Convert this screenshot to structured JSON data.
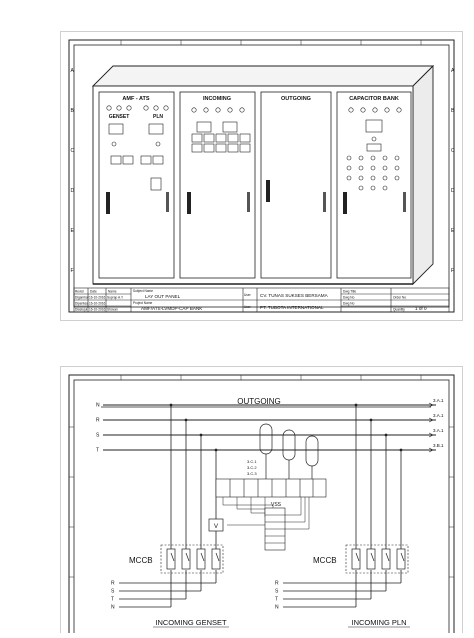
{
  "sheet1": {
    "edge_marks": [
      "A",
      "B",
      "C",
      "D",
      "E",
      "F"
    ],
    "panels": {
      "amf_ats": {
        "title": "AMF - ATS",
        "left_label": "GENSET",
        "right_label": "PLN"
      },
      "incoming": {
        "title": "INCOMING"
      },
      "outgoing": {
        "title": "OUTGOING"
      },
      "capacitor": {
        "title": "CAPACITOR BANK"
      }
    },
    "title_block": {
      "rev_labels": [
        "Revisi",
        "Digambar",
        "Diperiksa",
        "Disetujui",
        "Format"
      ],
      "date_header": "Date",
      "name_header": "Name",
      "dates": [
        "16-10-2016",
        "16-10-2016",
        "16-10-2016"
      ],
      "names": [
        "Suprap A.Y",
        "",
        "Shovan"
      ],
      "format_value": "A4",
      "subject_label": "Subject Name",
      "subject_name": "LAY OUT PANEL",
      "project_label": "Project Name",
      "project_name": "AMF/ATS-LVMDP-CAP BANK",
      "client_label": "User",
      "company_1": "CV. TUNAS SUKSES BERSAMA",
      "company_2": "PT. TUBOTA INTERNATIONAL",
      "drawing_title_label": "Dwg Title",
      "dwg_no_label": "Dwg No",
      "order_no_label": "Order No",
      "sheet_label": "Dwg No",
      "quantity_label": "Quantity",
      "sheet_count": "1 of 0"
    }
  },
  "sheet2": {
    "title": "OUTGOING",
    "left_bus_labels": [
      "N",
      "R",
      "S",
      "T"
    ],
    "right_bus_labels": [
      "3.A.1",
      "3.A.1",
      "3.A.1",
      "3.B.1"
    ],
    "ct_labels": [
      "3.C.1",
      "3.C.2",
      "3.C.3"
    ],
    "mccb_left": "MCCB",
    "mccb_right": "MCCB",
    "voltmeter": "V",
    "vss": "VSS",
    "incoming_left_phases": [
      "R",
      "S",
      "T",
      "N"
    ],
    "incoming_right_phases": [
      "R",
      "S",
      "T",
      "N"
    ],
    "incoming_left": "INCOMING GENSET",
    "incoming_right": "INCOMING PLN"
  }
}
